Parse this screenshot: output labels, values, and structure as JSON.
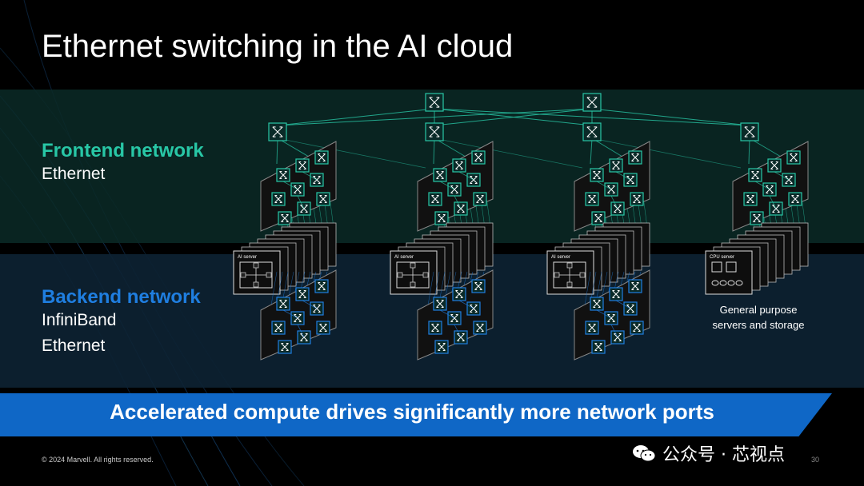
{
  "slide": {
    "title": "Ethernet switching in the AI cloud",
    "frontend": {
      "heading": "Frontend network",
      "sub": "Ethernet"
    },
    "backend": {
      "heading": "Backend network",
      "sub1": "InfiniBand",
      "sub2": "Ethernet"
    },
    "banner": "Accelerated compute drives significantly more network ports",
    "footer": "© 2024 Marvell. All rights reserved.",
    "page_number": "30"
  },
  "diagram": {
    "server_labels": {
      "ai": "AI server",
      "cpu": "CPU server"
    },
    "general_purpose_label": [
      "General purpose",
      "servers and storage"
    ],
    "spine_switch_count": 2,
    "leaf_switch_count": 4,
    "pods": [
      {
        "kind": "ai"
      },
      {
        "kind": "ai"
      },
      {
        "kind": "ai"
      },
      {
        "kind": "cpu"
      }
    ]
  },
  "colors": {
    "frontend_accent": "#28c7a6",
    "backend_accent": "#1f7ee0",
    "banner": "#0f67c6",
    "switch_fill": "#0f3a37"
  },
  "watermark": {
    "icon": "wechat-icon",
    "text": "公众号 · 芯视点"
  }
}
